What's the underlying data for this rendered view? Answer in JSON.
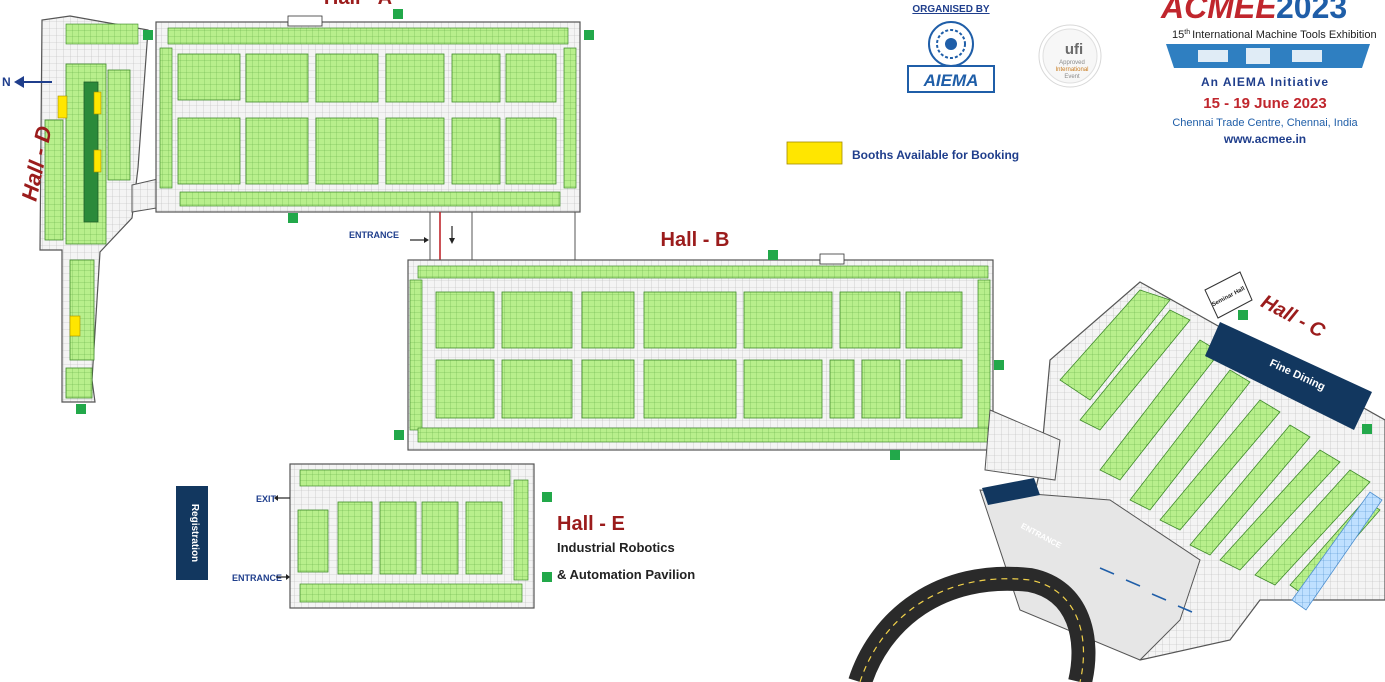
{
  "halls": {
    "a": "Hall - A",
    "b": "Hall - B",
    "c": "Hall - C",
    "d": "Hall - D",
    "e": "Hall - E"
  },
  "hall_e_subtitle": [
    "Industrial Robotics",
    "& Automation Pavilion"
  ],
  "labels": {
    "entrance_b": "ENTRANCE",
    "exit_e": "EXIT",
    "entrance_e": "ENTRANCE",
    "entrance_c": "ENTRANCE",
    "entrance_d": "N",
    "registration": "Registration",
    "fine_dining": "Fine Dining",
    "seminar_hall": "Seminar Hall"
  },
  "legend": {
    "text": "Booths Available for Booking",
    "color": "#ffe600"
  },
  "organiser": {
    "label": "ORGANISED BY",
    "logo_text": "AIEMA",
    "ufi": "ufi",
    "ufi_lines": [
      "Approved",
      "International",
      "Event"
    ]
  },
  "event": {
    "logo": "ACMEE",
    "year": "2023",
    "edition_number": "15",
    "edition_suffix": "th",
    "edition_text": "International Machine Tools Exhibition",
    "initiative": "An  AIEMA  Initiative",
    "dates": "15 - 19  June 2023",
    "venue": "Chennai Trade Centre, Chennai, India",
    "website": "www.acmee.in"
  },
  "colors": {
    "booth": "#b8ef8c",
    "booth_stroke": "#3f8a2a",
    "available": "#ffe600",
    "accent_red": "#9b1c1c",
    "accent_blue": "#1f3e8c",
    "dark_navy": "#12375f",
    "exit_green": "#22a84a",
    "floor": "#f1f1f1"
  }
}
